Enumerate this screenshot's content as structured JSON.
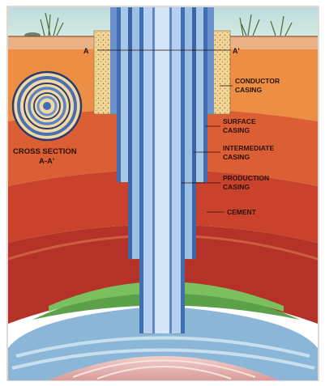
{
  "diagram": {
    "section_marker_left": "A",
    "section_marker_right": "A'",
    "cross_section": {
      "title": "CROSS SECTION",
      "subtitle": "A-A'"
    },
    "callouts": [
      {
        "id": "conductor",
        "line1": "CONDUCTOR",
        "line2": "CASING"
      },
      {
        "id": "surface",
        "line1": "SURFACE",
        "line2": "CASING"
      },
      {
        "id": "intermediate",
        "line1": "INTERMEDIATE",
        "line2": "CASING"
      },
      {
        "id": "production",
        "line1": "PRODUCTION",
        "line2": "CASING"
      },
      {
        "id": "cement",
        "line1": "CEMENT",
        "line2": ""
      }
    ],
    "colors": {
      "sky": "#c7e2e0",
      "topsoil": "#e9a46c",
      "orange_band": "#e98434",
      "red_band": "#cf4a2e",
      "deep_red": "#b8322a",
      "green_band": "#5ca04a",
      "water_blue": "#8cb6d8",
      "pink_rock": "#e8b7b7",
      "casing_blue": "#3f6fb2",
      "casing_light": "#b9d4ec",
      "cement": "#f0d596"
    }
  }
}
